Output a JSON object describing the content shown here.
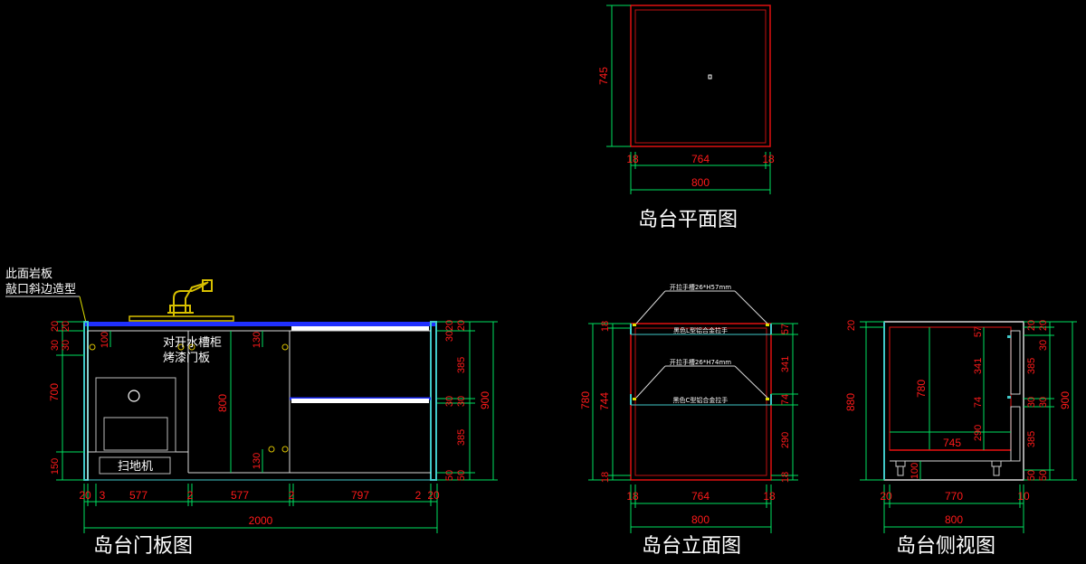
{
  "titles": {
    "plan": "岛台平面图",
    "front": "岛台门板图",
    "elevation": "岛台立面图",
    "side": "岛台侧视图"
  },
  "notes": {
    "stone_line1": "此面岩板",
    "stone_line2": "敲口斜边造型",
    "sink_line1": "对开水槽柜",
    "sink_line2": "烤漆门板",
    "robot": "扫地机",
    "elev_handle1": "开拉手槽26*H57mm",
    "elev_handle1_label": "黑色L型铝合金拉手",
    "elev_handle2": "开拉手槽26*H74mm",
    "elev_handle2_label": "黑色C型铝合金拉手"
  },
  "colors": {
    "dimension": "#ff1a1a",
    "extension": "#00e060",
    "outline": "#e01010",
    "accent": "#2020ff"
  },
  "plan_dims": {
    "left": "18",
    "middle": "764",
    "right": "18",
    "total": "800",
    "height": "745"
  },
  "front_dims": {
    "bottom": [
      "20",
      "3",
      "577",
      "2",
      "577",
      "2",
      "797",
      "2",
      "20"
    ],
    "total": "2000",
    "left": [
      "20",
      "30",
      "30",
      "700",
      "150"
    ],
    "right": [
      "20",
      "30",
      "385",
      "30",
      "385",
      "50"
    ],
    "right_total": "900",
    "inner": [
      "100",
      "130",
      "800",
      "130"
    ]
  },
  "elev_dims": {
    "bottom": [
      "18",
      "764",
      "18"
    ],
    "total": "800",
    "left_total": "780",
    "left": [
      "18",
      "744",
      "18"
    ],
    "right": [
      "57",
      "341",
      "74",
      "290",
      "18"
    ]
  },
  "side_dims": {
    "bottom": [
      "20",
      "770",
      "10"
    ],
    "total": "800",
    "left_outer": "880",
    "left_top": "20",
    "inner": [
      "780",
      "745",
      "100"
    ],
    "mid": [
      "57",
      "341",
      "74",
      "290"
    ],
    "right": [
      "20",
      "30",
      "385",
      "30",
      "385",
      "50"
    ],
    "right_total": "900"
  }
}
